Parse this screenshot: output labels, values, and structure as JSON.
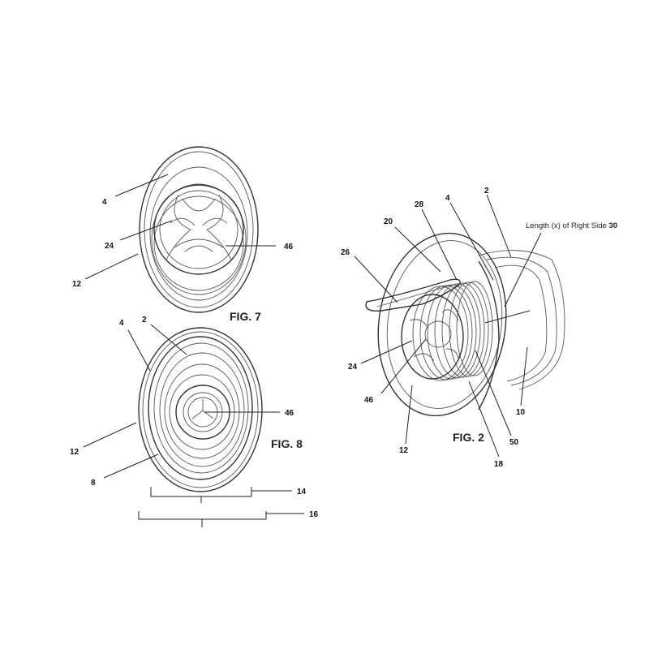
{
  "figures": {
    "fig7": {
      "title": "FIG. 7",
      "labels": {
        "l4": "4",
        "l24": "24",
        "l12": "12",
        "l46": "46"
      }
    },
    "fig8": {
      "title": "FIG. 8",
      "labels": {
        "l4": "4",
        "l2": "2",
        "l46": "46",
        "l12": "12",
        "l8": "8",
        "l14": "14",
        "l16": "16"
      }
    },
    "fig2": {
      "title": "FIG. 2",
      "labels": {
        "l2": "2",
        "l4": "4",
        "l28": "28",
        "l20": "20",
        "l26": "26",
        "l24": "24",
        "l46": "46",
        "l12": "12",
        "l18": "18",
        "l50": "50",
        "l10": "10"
      },
      "length_note": "Length (x) of Right Side ",
      "length_note_ref": "30"
    }
  }
}
